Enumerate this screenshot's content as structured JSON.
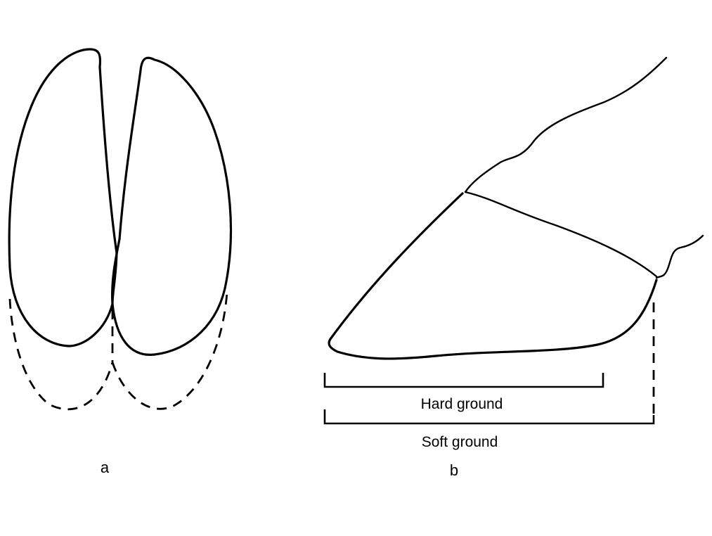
{
  "panel_a": {
    "label": "a"
  },
  "panel_b": {
    "label": "b",
    "hard_ground_label": "Hard ground",
    "soft_ground_label": "Soft ground"
  }
}
